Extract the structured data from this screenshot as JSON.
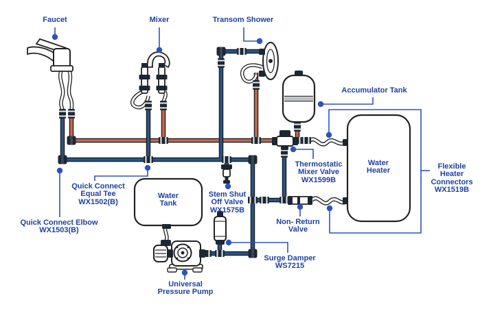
{
  "diagram": {
    "title": "Marine hot and cold water plumbing system diagram",
    "colors": {
      "label_text": "#1e40a5",
      "leader_line": "#2d52bd",
      "hot_pipe": "#c06a52",
      "cold_pipe": "#285586",
      "fitting": "#1d2733"
    },
    "labels": {
      "faucet": {
        "lines": [
          "Faucet"
        ]
      },
      "mixer": {
        "lines": [
          "Mixer"
        ]
      },
      "transom_shower": {
        "lines": [
          "Transom Shower"
        ]
      },
      "accumulator_tank": {
        "lines": [
          "Accumulator Tank"
        ]
      },
      "flexible_heater_connectors": {
        "lines": [
          "Flexible",
          "Heater",
          "Connectors",
          "WX1519B"
        ]
      },
      "thermostatic_mixer_valve": {
        "lines": [
          "Thermostatic",
          "Mixer Valve",
          "WX1599B"
        ]
      },
      "water_heater": {
        "lines": [
          "Water",
          "Heater"
        ]
      },
      "water_tank": {
        "lines": [
          "Water",
          "Tank"
        ]
      },
      "non_return_valve": {
        "lines": [
          "Non- Return",
          "Valve"
        ]
      },
      "surge_damper": {
        "lines": [
          "Surge Damper",
          "WS7215"
        ]
      },
      "stem_shut_off_valve": {
        "lines": [
          "Stem Shut",
          "Off Valve",
          "WX1575B"
        ]
      },
      "quick_connect_equal_tee": {
        "lines": [
          "Quick Connect",
          "Equal Tee",
          "WX1502(B)"
        ]
      },
      "quick_connect_elbow": {
        "lines": [
          "Quick Connect Elbow",
          "WX1503(B)"
        ]
      },
      "universal_pressure_pump": {
        "lines": [
          "Universal",
          "Pressure Pump"
        ]
      }
    }
  }
}
